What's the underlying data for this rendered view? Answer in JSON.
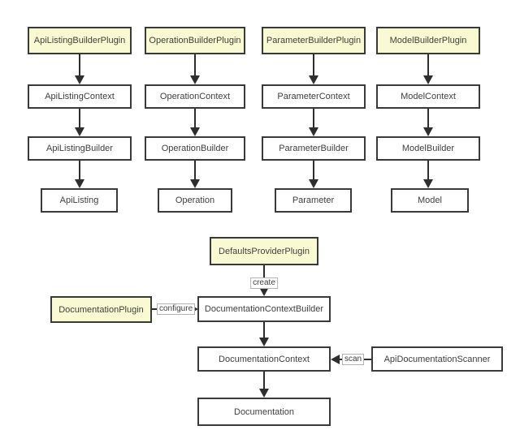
{
  "colors": {
    "background": "#ffffff",
    "plugin_fill": "#fafad2",
    "node_fill": "#ffffff",
    "node_border": "#3a3a3a",
    "arrow": "#2e2e2e",
    "edge_label_border": "#b4b4b4",
    "text": "#3f3f3f"
  },
  "pipelines": [
    {
      "plugin": "ApiListingBuilderPlugin",
      "context": "ApiListingContext",
      "builder": "ApiListingBuilder",
      "product": "ApiListing"
    },
    {
      "plugin": "OperationBuilderPlugin",
      "context": "OperationContext",
      "builder": "OperationBuilder",
      "product": "Operation"
    },
    {
      "plugin": "ParameterBuilderPlugin",
      "context": "ParameterContext",
      "builder": "ParameterBuilder",
      "product": "Parameter"
    },
    {
      "plugin": "ModelBuilderPlugin",
      "context": "ModelContext",
      "builder": "ModelBuilder",
      "product": "Model"
    }
  ],
  "documentation_flow": {
    "defaults_provider_plugin": "DefaultsProviderPlugin",
    "documentation_plugin": "DocumentationPlugin",
    "context_builder": "DocumentationContextBuilder",
    "context": "DocumentationContext",
    "scanner": "ApiDocumentationScanner",
    "documentation": "Documentation",
    "labels": {
      "create": "create",
      "configure": "configure",
      "scan": "scan"
    }
  }
}
